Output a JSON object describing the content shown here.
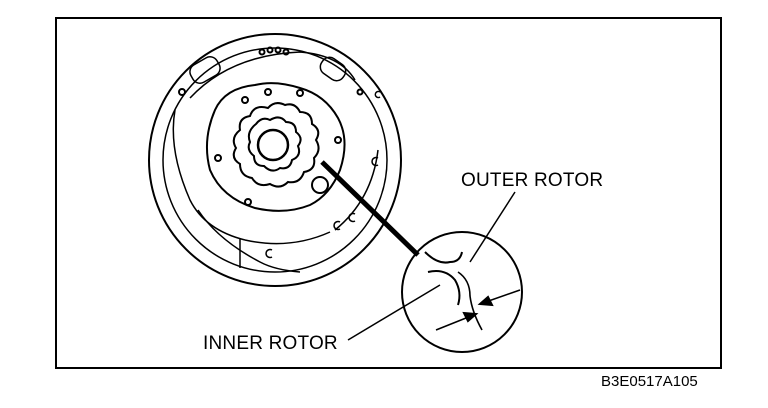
{
  "figure": {
    "labels": {
      "outer_rotor": "OUTER ROTOR",
      "inner_rotor": "INNER ROTOR"
    },
    "reference_code": "B3E0517A105",
    "colors": {
      "ink": "#000000",
      "paper": "#ffffff"
    }
  }
}
